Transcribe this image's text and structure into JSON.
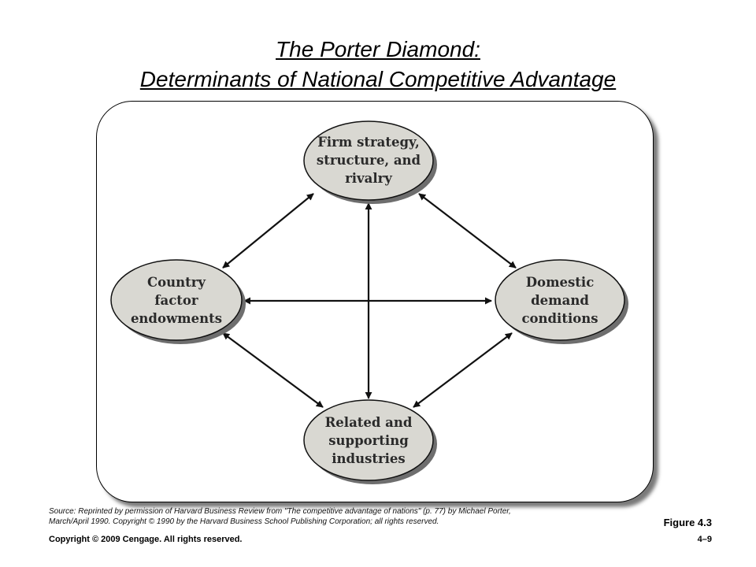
{
  "title": {
    "line1": "The Porter Diamond:",
    "line2": "Determinants of National Competitive Advantage"
  },
  "nodes": {
    "top": [
      "Firm strategy,",
      "structure, and",
      "rivalry"
    ],
    "left": [
      "Country",
      "factor",
      "endowments"
    ],
    "right": [
      "Domestic",
      "demand",
      "conditions"
    ],
    "bottom": [
      "Related and",
      "supporting",
      "industries"
    ]
  },
  "source": {
    "line1": "Source: Reprinted by permission of Harvard Business Review from \"The competitive advantage of nations\" (p. 77) by Michael Porter,",
    "line2": "March/April 1990. Copyright © 1990 by the Harvard Business School Publishing Corporation; all rights reserved."
  },
  "figure_label": "Figure 4.3",
  "copyright": "Copyright © 2009 Cengage. All rights reserved.",
  "page_number": "4–9",
  "colors": {
    "node_fill": "#d9d8d2",
    "node_shadow": "#6e6e6e",
    "arrow": "#111111"
  }
}
